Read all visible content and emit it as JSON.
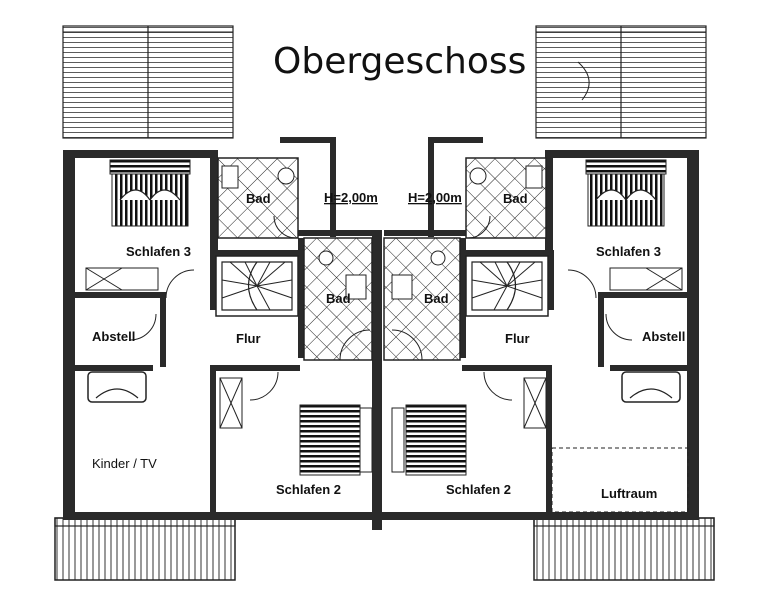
{
  "title": "Obergeschoss",
  "rooms": {
    "schlafen3_left": "Schlafen 3",
    "bad_top_left": "Bad",
    "height_left": "H=2,00m",
    "height_right": "H=2,00m",
    "bad_top_right": "Bad",
    "schlafen3_right": "Schlafen 3",
    "bad_mid_left": "Bad",
    "bad_mid_right": "Bad",
    "abstell_left": "Abstell",
    "flur_left": "Flur",
    "flur_right": "Flur",
    "abstell_right": "Abstell",
    "kinder_tv": "Kinder / TV",
    "schlafen2_left": "Schlafen 2",
    "schlafen2_right": "Schlafen 2",
    "luftraum": "Luftraum"
  },
  "colors": {
    "wall": "#2a2a2a",
    "line": "#222222",
    "background": "#ffffff"
  }
}
